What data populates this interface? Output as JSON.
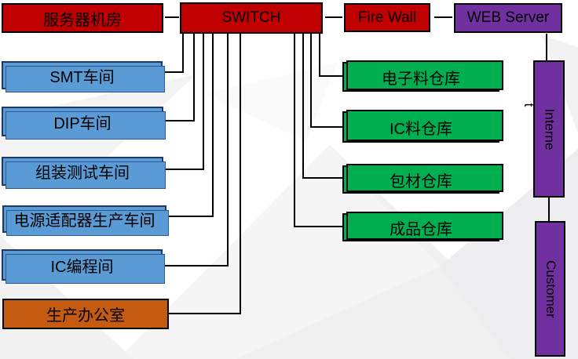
{
  "title": "Factory network topology diagram",
  "nodes": {
    "server_room": {
      "label": "服务器机房",
      "color": "#C00000"
    },
    "switch": {
      "label": "SWITCH",
      "color": "#C00000"
    },
    "firewall": {
      "label": "Fire Wall",
      "color": "#C00000"
    },
    "web_server": {
      "label": "WEB Server",
      "color": "#7030A0"
    },
    "smt": {
      "label": "SMT车间",
      "color": "#5B9BD5"
    },
    "dip": {
      "label": "DIP车间",
      "color": "#5B9BD5"
    },
    "assembly_test": {
      "label": "组装测试车间",
      "color": "#5B9BD5"
    },
    "power_adapter": {
      "label": "电源适配器生产车间",
      "color": "#5B9BD5"
    },
    "ic_programming": {
      "label": "IC编程间",
      "color": "#5B9BD5"
    },
    "production_office": {
      "label": "生产办公室",
      "color": "#C55A11"
    },
    "electronic_warehouse": {
      "label": "电子料仓库",
      "color": "#00B050"
    },
    "ic_warehouse": {
      "label": "IC料仓库",
      "color": "#00B050"
    },
    "packaging_warehouse": {
      "label": "包材仓库",
      "color": "#00B050"
    },
    "finished_warehouse": {
      "label": "成品仓库",
      "color": "#00B050"
    },
    "internet": {
      "label": "Interne",
      "overflow_char": "t",
      "color": "#7030A0"
    },
    "customer": {
      "label": "Customer",
      "color": "#7030A0"
    }
  },
  "edges": [
    {
      "from": "server_room",
      "to": "switch"
    },
    {
      "from": "switch",
      "to": "firewall"
    },
    {
      "from": "firewall",
      "to": "web_server"
    },
    {
      "from": "web_server",
      "to": "internet"
    },
    {
      "from": "internet",
      "to": "customer"
    },
    {
      "from": "switch",
      "to": "smt"
    },
    {
      "from": "switch",
      "to": "dip"
    },
    {
      "from": "switch",
      "to": "assembly_test"
    },
    {
      "from": "switch",
      "to": "power_adapter"
    },
    {
      "from": "switch",
      "to": "ic_programming"
    },
    {
      "from": "switch",
      "to": "production_office"
    },
    {
      "from": "switch",
      "to": "electronic_warehouse"
    },
    {
      "from": "switch",
      "to": "ic_warehouse"
    },
    {
      "from": "switch",
      "to": "packaging_warehouse"
    },
    {
      "from": "switch",
      "to": "finished_warehouse"
    }
  ],
  "palette": {
    "red": "#C00000",
    "blue": "#5B9BD5",
    "green": "#00B050",
    "purple": "#7030A0",
    "orange": "#C55A11",
    "line": "#000000",
    "background": "#FFFFFF"
  }
}
